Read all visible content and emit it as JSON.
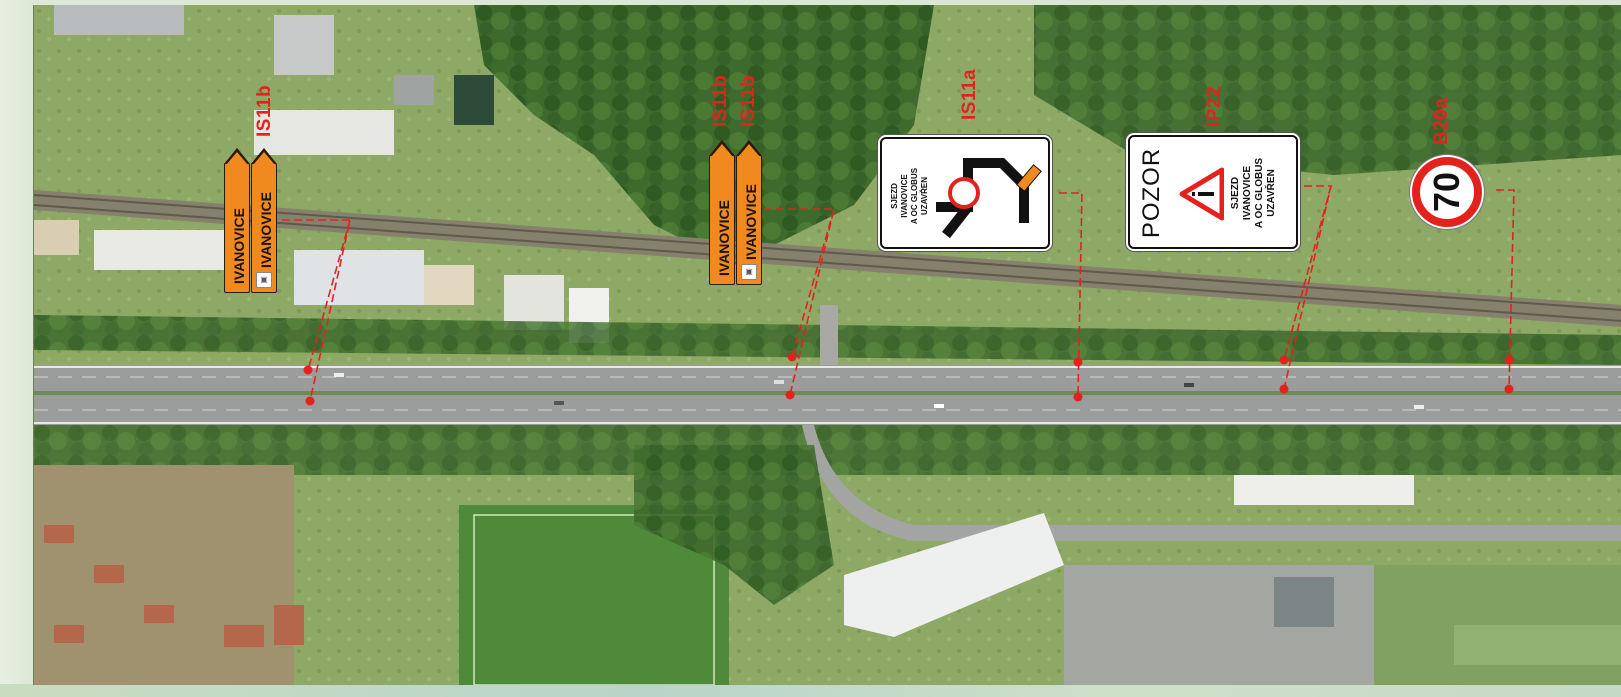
{
  "map": {
    "sign_codes": {
      "is11b_left": "IS11b",
      "is11b_mid_1": "IS11b",
      "is11b_mid_2": "IS11b",
      "is11a": "IS11a",
      "ip22": "IP22",
      "b20a": "B20a"
    },
    "signposts": {
      "direction_text": "IVANOVICE"
    },
    "is11a_sign": {
      "line1": "SJEZD",
      "line2": "IVANOVICE",
      "line3": "A OC GLOBUS",
      "line4": "UZAVŘEN"
    },
    "ip22_sign": {
      "heading": "POZOR",
      "line1": "SJEZD",
      "line2": "IVANOVICE",
      "line3": "A OC GLOBUS",
      "line4": "UZAVŘEN"
    },
    "speed_sign": {
      "value": "70"
    },
    "colors": {
      "label_red": "#e4221d",
      "signpost_orange": "#f08a1e",
      "leader_red": "#e4221d"
    }
  }
}
